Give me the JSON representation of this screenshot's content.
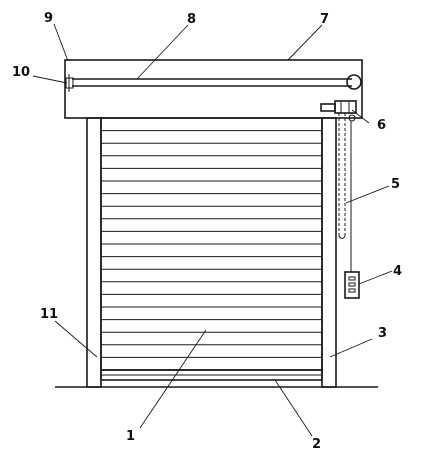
{
  "diagram": {
    "slat_count": 20,
    "colors": {
      "line": "#1a1a1a",
      "background": "#ffffff"
    },
    "labels": [
      {
        "id": "n1",
        "text": "1"
      },
      {
        "id": "n2",
        "text": "2"
      },
      {
        "id": "n3",
        "text": "3"
      },
      {
        "id": "n4",
        "text": "4"
      },
      {
        "id": "n5",
        "text": "5"
      },
      {
        "id": "n6",
        "text": "6"
      },
      {
        "id": "n7",
        "text": "7"
      },
      {
        "id": "n8",
        "text": "8"
      },
      {
        "id": "n9",
        "text": "9"
      },
      {
        "id": "n10",
        "text": "10"
      },
      {
        "id": "n11",
        "text": "11"
      }
    ]
  }
}
